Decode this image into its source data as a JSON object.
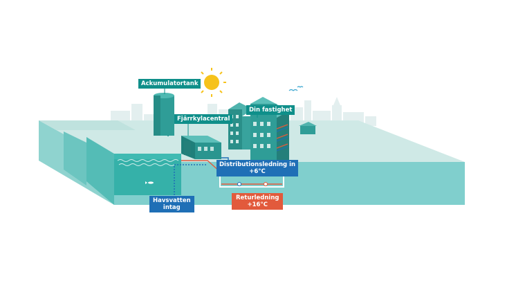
{
  "labels": {
    "accumulator_tank": "Ackumulatortank",
    "cooling_plant": "Fjärrkylacentral",
    "your_property": "Din fastighet",
    "distribution_line": "Distributionsledning in",
    "distribution_temp": "+6°C",
    "return_line": "Returledning",
    "return_temp": "+16°C",
    "seawater_intake_line1": "Havsvatten",
    "seawater_intake_line2": "intag"
  },
  "colors": {
    "label_teal": "#0f8f8a",
    "label_blue": "#1f6fb6",
    "label_red": "#e25a3c",
    "sea": "#3fbab2",
    "ground_top": "#cde9e6",
    "ground_front": "#7fcfcc",
    "sun": "#f6c21b",
    "skyline": "#e1eeee"
  },
  "icons": [
    "sun-icon",
    "bird-icon",
    "fish-icon",
    "wave-icon",
    "tree-icon"
  ]
}
